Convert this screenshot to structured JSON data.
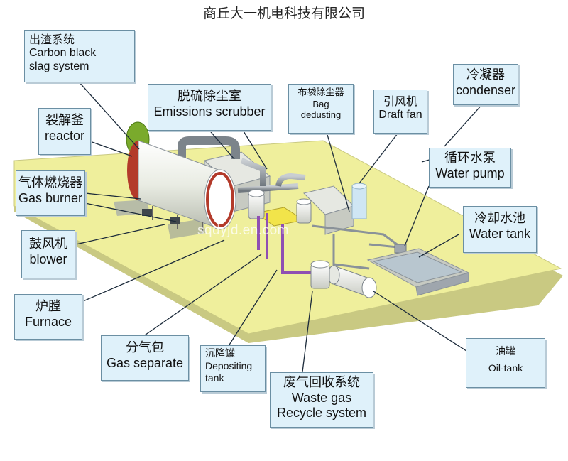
{
  "title": "商丘大一机电科技有限公司",
  "watermark": "sqdyjd.en.com",
  "labels": {
    "carbon_black": {
      "cn": "出渣系统",
      "en1": "Carbon black",
      "en2": "slag system"
    },
    "reactor": {
      "cn": "裂解釜",
      "en": "reactor"
    },
    "emissions_scrubber": {
      "cn": "脱硫除尘室",
      "en": "Emissions scrubber"
    },
    "bag_dedusting": {
      "cn": "布袋除尘器",
      "en1": "Bag",
      "en2": "dedusting"
    },
    "draft_fan": {
      "cn": "引风机",
      "en": "Draft fan"
    },
    "condenser": {
      "cn": "冷凝器",
      "en": "condenser"
    },
    "water_pump": {
      "cn": "循环水泵",
      "en": "Water pump"
    },
    "gas_burner": {
      "cn": "气体燃烧器",
      "en": "Gas burner"
    },
    "water_tank": {
      "cn": "冷却水池",
      "en": "Water tank"
    },
    "blower": {
      "cn": "鼓风机",
      "en": "blower"
    },
    "furnace": {
      "cn": "炉膛",
      "en": "Furnace"
    },
    "gas_separate": {
      "cn": "分气包",
      "en": "Gas separate"
    },
    "depositing_tank": {
      "cn": "沉降罐",
      "en1": "Depositing",
      "en2": "tank"
    },
    "waste_gas": {
      "cn": "废气回收系统",
      "en1": "Waste gas",
      "en2": "Recycle system"
    },
    "oil_tank": {
      "cn": "油罐",
      "en": "Oil-tank"
    }
  },
  "colors": {
    "platform_top": "#efef9c",
    "platform_side": "#c9c982",
    "label_bg": "#dff1fa",
    "pipe_grey": "#8a9299",
    "pipe_purple": "#8f4fb3",
    "tank_yellow": "#f2e44a",
    "reactor_red": "#b33a2a"
  }
}
